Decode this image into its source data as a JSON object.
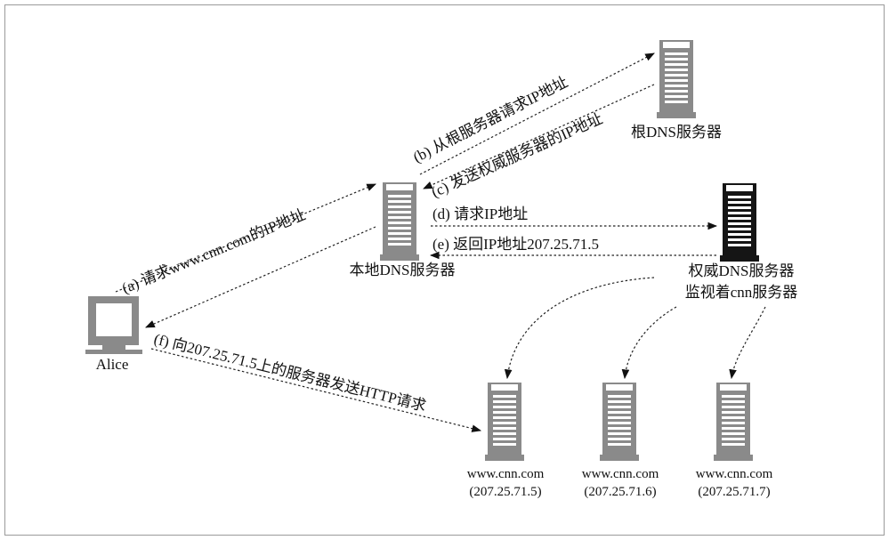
{
  "nodes": {
    "alice": "Alice",
    "local_dns": "本地DNS服务器",
    "root_dns": "根DNS服务器",
    "auth_dns_line1": "权威DNS服务器",
    "auth_dns_line2": "监视着cnn服务器",
    "servers": [
      {
        "host": "www.cnn.com",
        "ip": "(207.25.71.5)"
      },
      {
        "host": "www.cnn.com",
        "ip": "(207.25.71.6)"
      },
      {
        "host": "www.cnn.com",
        "ip": "(207.25.71.7)"
      }
    ]
  },
  "steps": {
    "a": "(a) 请求www.cnn.com的IP地址",
    "b": "(b) 从根服务器请求IP地址",
    "c": "(c) 发送权威服务器的IP地址",
    "d": "(d) 请求IP地址",
    "e": "(e) 返回IP地址207.25.71.5",
    "f": "(f) 向207.25.71.5上的服务器发送HTTP请求"
  },
  "colors": {
    "server_gray": "#8a8a8a",
    "server_black": "#151515",
    "border": "#9a9a9a"
  }
}
